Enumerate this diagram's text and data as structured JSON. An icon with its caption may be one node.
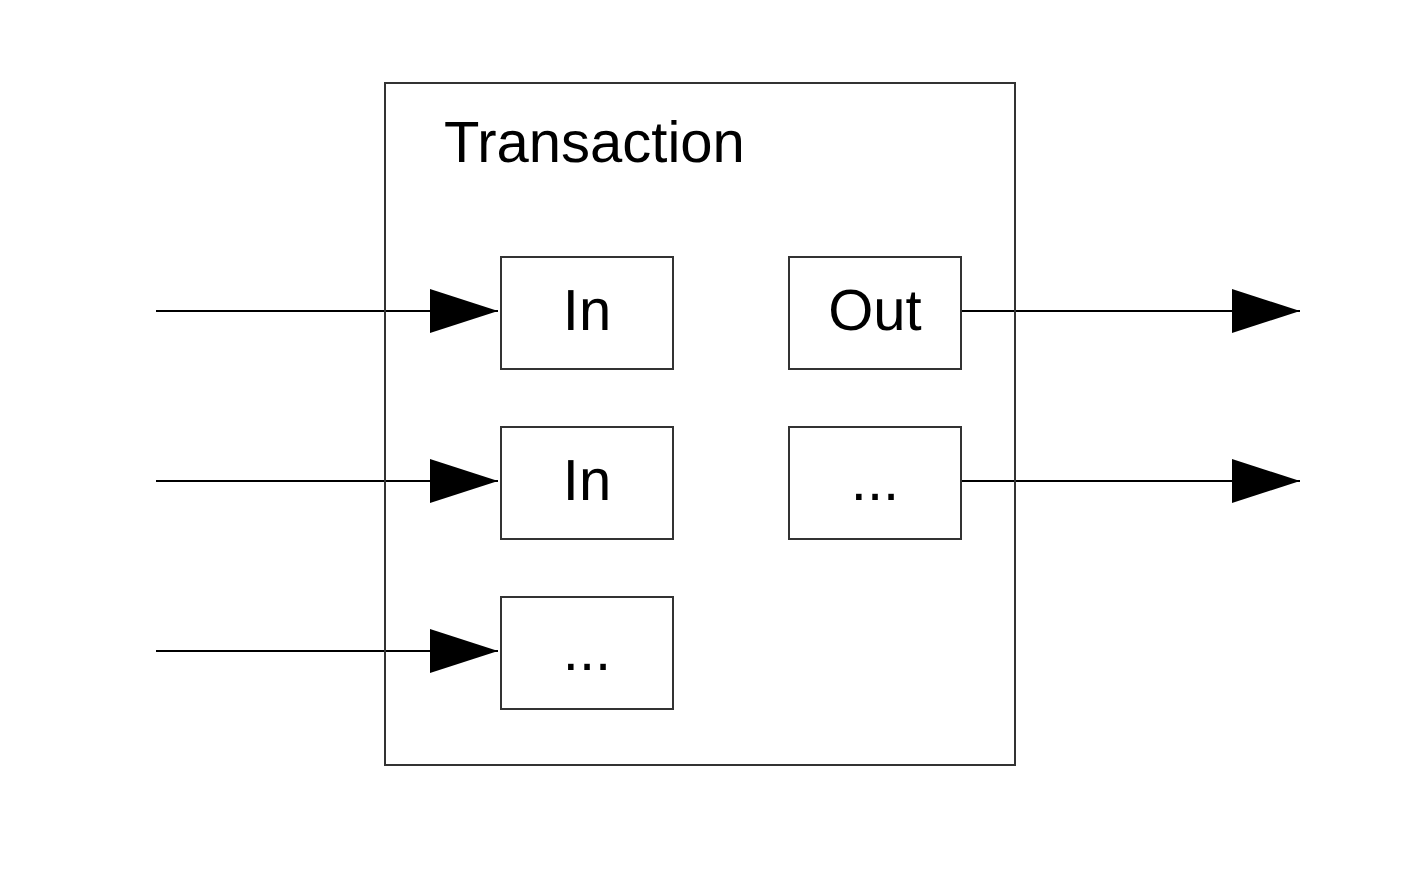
{
  "diagram": {
    "nodes": [
      {
        "text": [
          "Transaction"
        ]
      },
      {
        "text": [
          "In"
        ],
        "in": 0
      },
      {
        "text": [
          "Out"
        ],
        "in": 0
      },
      {
        "text": [
          "In"
        ],
        "in": 0
      },
      {
        "text": [
          "..."
        ],
        "in": 0
      },
      {
        "text": [
          "..."
        ],
        "in": 0
      }
    ],
    "edges": [
      {
        "from": null,
        "to": 1,
        "arrow": "to"
      },
      {
        "from": 2,
        "to": null,
        "arrow": "to"
      },
      {
        "from": null,
        "to": 3,
        "arrow": "to"
      },
      {
        "from": 4,
        "to": null,
        "arrow": "to"
      },
      {
        "from": null,
        "to": 5,
        "arrow": "to"
      }
    ]
  }
}
